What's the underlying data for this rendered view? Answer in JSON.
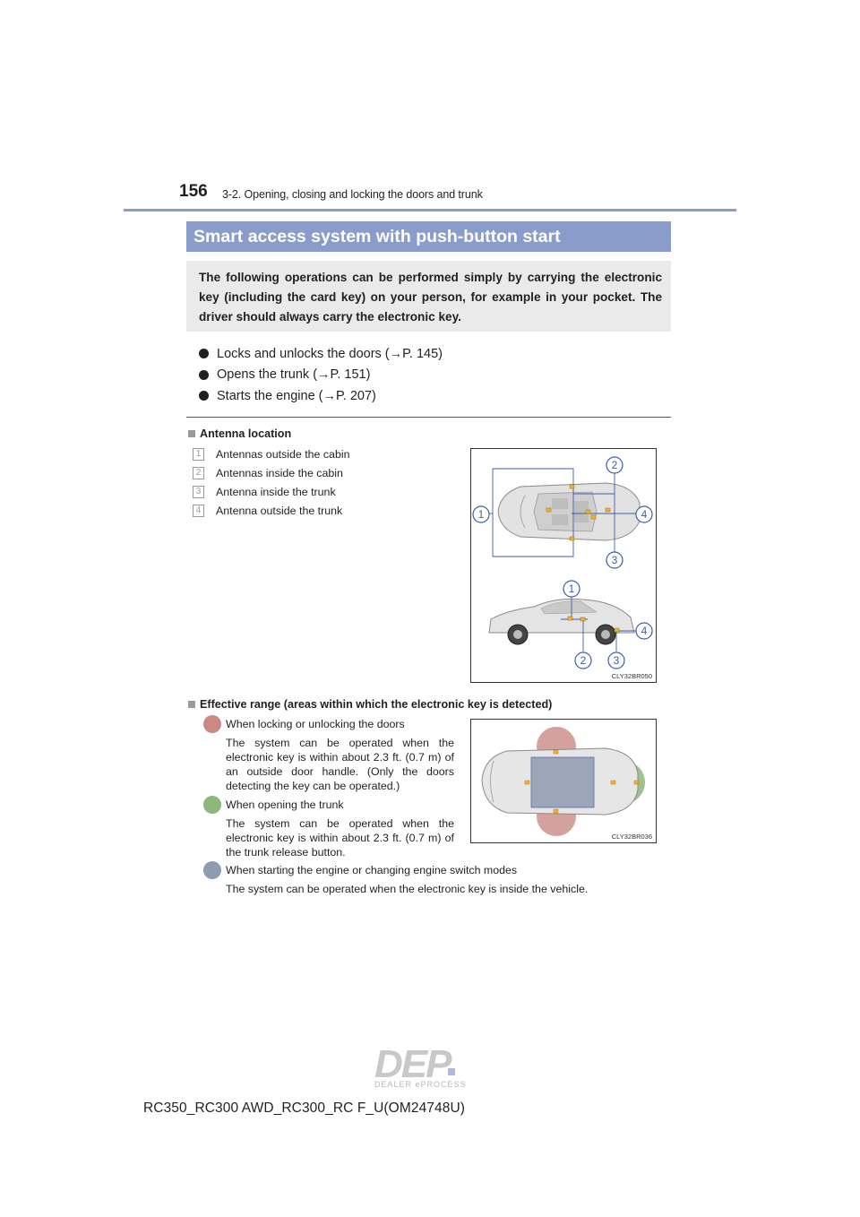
{
  "header": {
    "page_number": "156",
    "chapter": "3-2. Opening, closing and locking the doors and trunk"
  },
  "section": {
    "title": "Smart access system with push-button start",
    "intro": "The following operations can be performed simply by carrying the electronic key (including the card key) on your person, for example in your pocket. The driver should always carry the electronic key.",
    "bullets": [
      "Locks and unlocks the doors (→P. 145)",
      "Opens the trunk (→P. 151)",
      "Starts the engine (→P. 207)"
    ]
  },
  "antenna": {
    "heading": "Antenna location",
    "items": [
      {
        "num": "1",
        "label": "Antennas outside the cabin"
      },
      {
        "num": "2",
        "label": "Antennas inside the cabin"
      },
      {
        "num": "3",
        "label": "Antenna inside the trunk"
      },
      {
        "num": "4",
        "label": "Antenna outside the trunk"
      }
    ],
    "figure_code": "CLY32BR050"
  },
  "range": {
    "heading": "Effective range (areas within which the electronic key is detected)",
    "items": [
      {
        "title": "When locking or unlocking the doors",
        "desc": "The system can be operated when the electronic key is within about 2.3 ft. (0.7 m) of an outside door handle. (Only the doors detecting the key can be operated.)",
        "color": "#c98a86"
      },
      {
        "title": "When opening the trunk",
        "desc": "The system can be operated when the electronic key is within about 2.3 ft. (0.7 m) of the trunk release button.",
        "color": "#8fb67c"
      },
      {
        "title": "When starting the engine or changing engine switch modes",
        "desc": "The system can be operated when the electronic key is inside the vehicle.",
        "color": "#8e9bb2"
      }
    ],
    "figure_code": "CLY32BR036"
  },
  "footer": {
    "logo_text": "DEP",
    "logo_sub": "DEALER ePROCESS",
    "model_code": "RC350_RC300 AWD_RC300_RC F_U(OM24748U)"
  },
  "colors": {
    "accent": "#8a9cc9",
    "intro_bg": "#eaeaea",
    "badge_gray": "#9a9a9a",
    "callout_blue": "#3d5da8"
  }
}
